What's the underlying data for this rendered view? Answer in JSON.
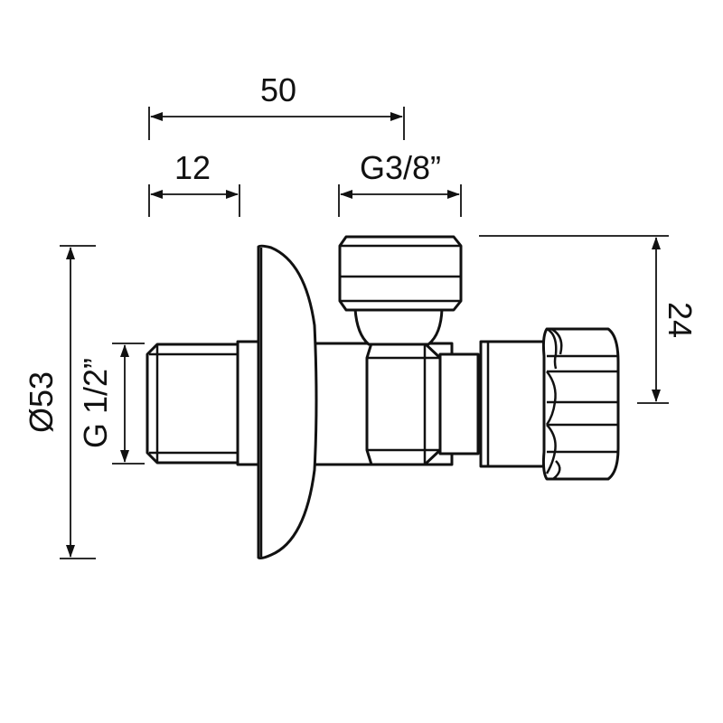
{
  "dimensions": {
    "length_total": "50",
    "thread_length": "12",
    "outlet_thread": "G3/8”",
    "outlet_height": "24",
    "rosette_diameter": "Ø53",
    "inlet_thread": "G 1/2”"
  },
  "colors": {
    "line": "#111111",
    "background": "#ffffff"
  }
}
